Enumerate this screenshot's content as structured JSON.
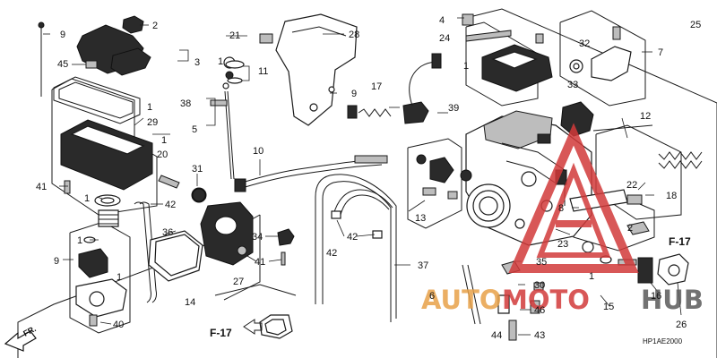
{
  "diagram": {
    "callouts": {
      "c1a": "1",
      "c1b": "1",
      "c1c": "1",
      "c1d": "1",
      "c1e": "1",
      "c1f": "1",
      "c1g": "1",
      "c1h": "1",
      "c2": "2",
      "c3": "3",
      "c4": "4",
      "c5": "5",
      "c6": "6",
      "c7": "7",
      "c8": "8",
      "c9a": "9",
      "c9b": "9",
      "c9c": "9",
      "c10": "10",
      "c11": "11",
      "c12": "12",
      "c13": "13",
      "c14": "14",
      "c15": "15",
      "c16": "16",
      "c17": "17",
      "c18": "18",
      "c20": "20",
      "c21": "21",
      "c22": "22",
      "c23": "23",
      "c24": "24",
      "c25": "25",
      "c26": "26",
      "c27": "27",
      "c28": "28",
      "c29": "29",
      "c30": "30",
      "c31": "31",
      "c32": "32",
      "c33": "33",
      "c34": "34",
      "c35": "35",
      "c36": "36",
      "c37": "37",
      "c38": "38",
      "c39": "39",
      "c40": "40",
      "c41a": "41",
      "c41b": "41",
      "c42a": "42",
      "c42b": "42",
      "c43": "43",
      "c44": "44",
      "c45": "45",
      "c46": "46"
    },
    "frame_label_left": "F-17",
    "frame_label_right": "F-17",
    "front_label": "FR.",
    "diagram_code": "HP1AE2000"
  },
  "watermark": {
    "text_a": "AUTO",
    "text_b": "MOTO",
    "text_c": "HUB",
    "color_a": "#e8a24a",
    "color_b": "#d23a3a",
    "color_c": "#5a5a5a"
  }
}
